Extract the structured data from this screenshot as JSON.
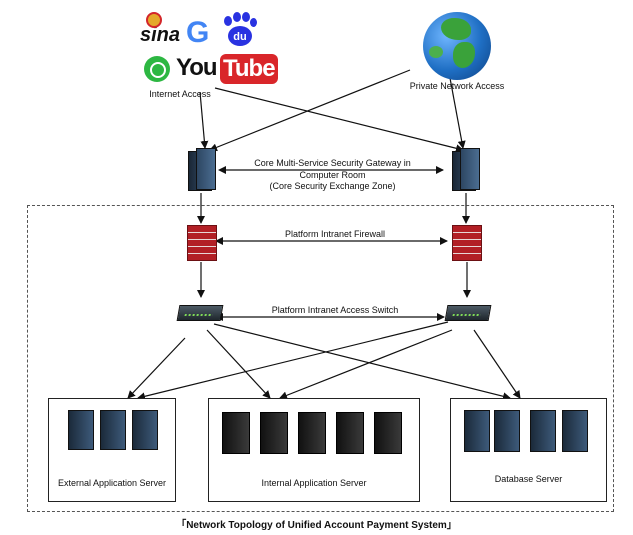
{
  "logos": {
    "sina": "sina",
    "google": "G",
    "baidu": "du",
    "youtube_you": "You",
    "youtube_tube": "Tube"
  },
  "nodes": {
    "internet_access": "Internet Access",
    "private_network_access": "Private Network Access",
    "gateway_line1": "Core Multi-Service Security Gateway in",
    "gateway_line2": "Computer Room",
    "gateway_line3": "(Core Security Exchange Zone)",
    "firewall": "Platform Intranet Firewall",
    "switch": "Platform Intranet Access Switch"
  },
  "server_groups": {
    "external": "External Application Server",
    "internal": "Internal Application Server",
    "database": "Database Server"
  },
  "caption": "「Network Topology of Unified Account Payment System」",
  "colors": {
    "firewall": "#c0262c",
    "server": "#243447",
    "switch": "#2f3a42",
    "globe_ocean": "#1f6fc4",
    "globe_land": "#3aa23a",
    "youtube_red": "#d9262a"
  }
}
